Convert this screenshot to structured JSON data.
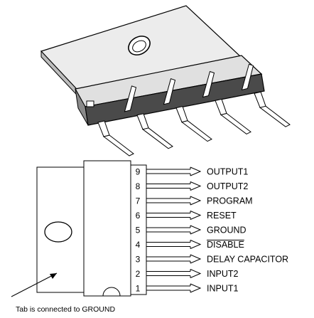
{
  "colors": {
    "background": "#ffffff",
    "line": "#000000",
    "package_top": "#e6e6e6",
    "package_dark": "#4a4a4a",
    "tab_metal": "#ececec"
  },
  "pins": [
    {
      "number": "9",
      "name": "OUTPUT1",
      "overline": false
    },
    {
      "number": "8",
      "name": "OUTPUT2",
      "overline": false
    },
    {
      "number": "7",
      "name": "PROGRAM",
      "overline": false
    },
    {
      "number": "6",
      "name": "RESET",
      "overline": false
    },
    {
      "number": "5",
      "name": "GROUND",
      "overline": false
    },
    {
      "number": "4",
      "name": "DISABLE",
      "overline": true
    },
    {
      "number": "3",
      "name": "DELAY CAPACITOR",
      "overline": false
    },
    {
      "number": "2",
      "name": "INPUT2",
      "overline": false
    },
    {
      "number": "1",
      "name": "INPUT1",
      "overline": false
    }
  ],
  "caption": "Tab is connected to GROUND"
}
